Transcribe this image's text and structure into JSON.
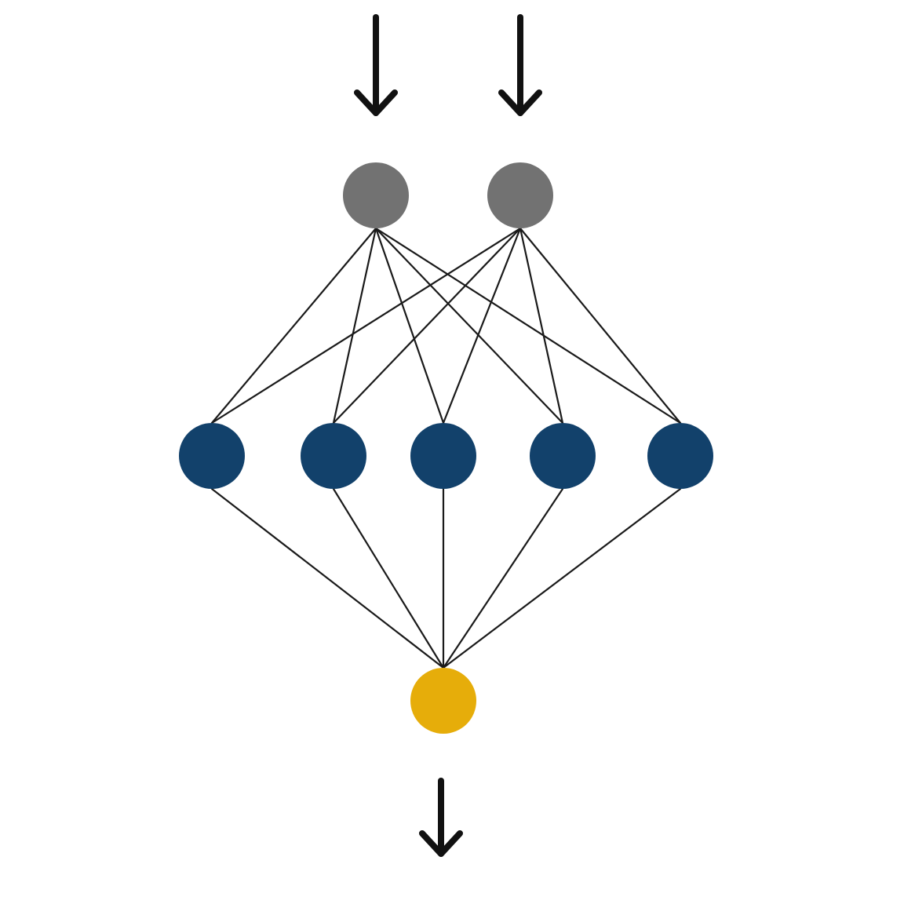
{
  "diagram": {
    "type": "neural-network",
    "layers": [
      {
        "role": "input",
        "node_count": 2,
        "color": "#727272",
        "input_arrows": true
      },
      {
        "role": "hidden",
        "node_count": 5,
        "color": "#12416b"
      },
      {
        "role": "output",
        "node_count": 1,
        "color": "#e6ad0a",
        "output_arrow": true
      }
    ],
    "connectivity": "fully-connected",
    "edge_color": "#1a1a1a",
    "arrow_color": "#111111",
    "background": "#ffffff"
  }
}
